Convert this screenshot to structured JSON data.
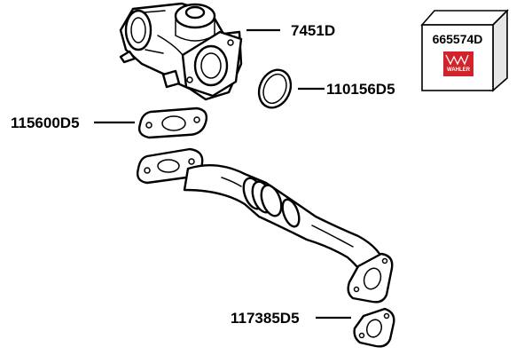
{
  "parts": {
    "egr_valve": "7451D",
    "o_ring": "110156D5",
    "gasket_upper": "115600D5",
    "gasket_lower": "117385D5"
  },
  "kit": {
    "number": "665574D",
    "brand": "WAHLER",
    "brand_color": "#d2232a"
  }
}
